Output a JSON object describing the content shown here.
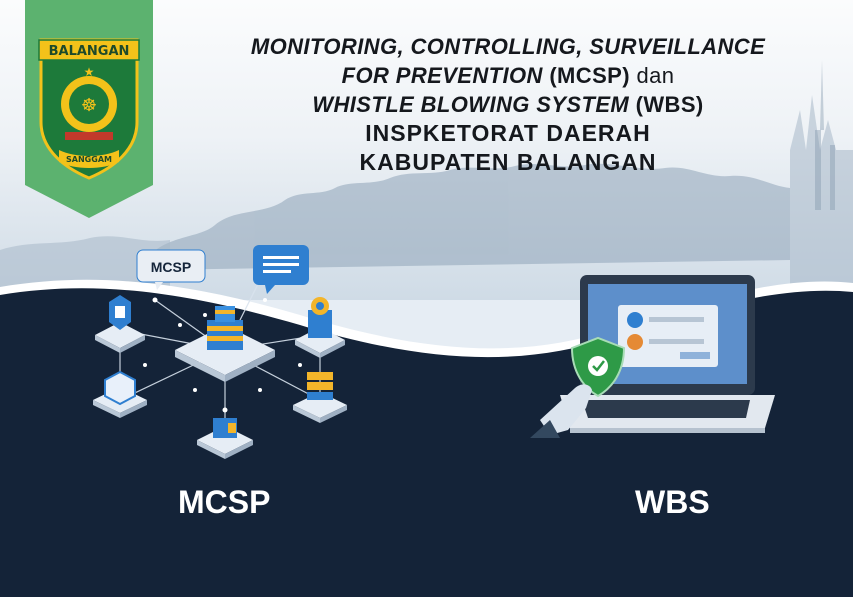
{
  "logo": {
    "banner_text": "BALANGAN",
    "motto": "SANGGAM"
  },
  "title": {
    "line1": "MONITORING, CONTROLLING, SURVEILLANCE",
    "line2_a": "FOR PREVENTION",
    "line2_b": "(MCSP)",
    "line2_c": "dan",
    "line3_a": "WHISTLE BLOWING SYSTEM",
    "line3_b": "(WBS)",
    "line4": "INSPKETORAT DAERAH",
    "line5": "KABUPATEN BALANGAN"
  },
  "mcsp": {
    "bubble_label": "MCSP",
    "link_label": "MCSP"
  },
  "wbs": {
    "link_label": "WBS"
  },
  "colors": {
    "navy": "#142338",
    "ribbon_green": "#5cb26f",
    "accent_blue": "#2f7fd0",
    "accent_yellow": "#f3b52a",
    "shield_green": "#2e9a47"
  }
}
